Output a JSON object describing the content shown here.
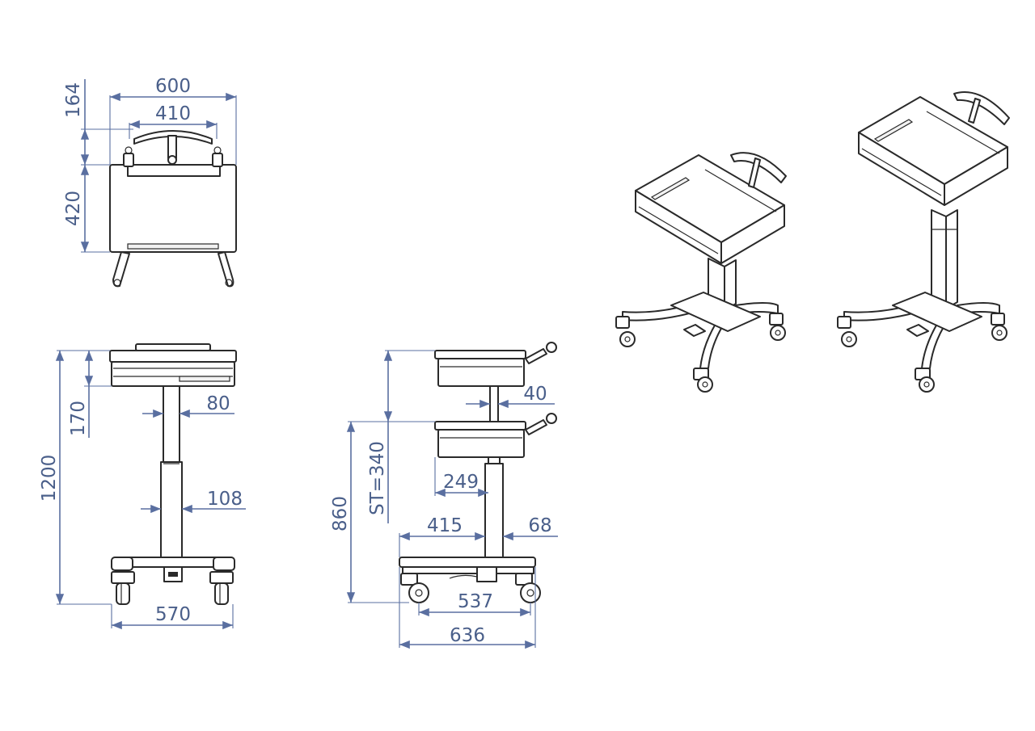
{
  "dimensions": {
    "top_width_600": "600",
    "top_handle_410": "410",
    "top_depth_164": "164",
    "top_depth_420": "420",
    "front_column_80": "80",
    "front_height_170": "170",
    "front_height_1200": "1200",
    "front_column_108": "108",
    "front_base_570": "570",
    "side_stroke_40": "40",
    "side_stroke_st": "ST=340",
    "side_offset_249": "249",
    "side_height_860": "860",
    "side_base_415": "415",
    "side_base_68": "68",
    "side_wheel_537": "537",
    "side_base_636": "636"
  },
  "colors": {
    "dimension_line": "#5a6fa0",
    "dimension_text": "#4a5f8a",
    "part_outline": "#2a2a2a",
    "background": "#ffffff"
  }
}
